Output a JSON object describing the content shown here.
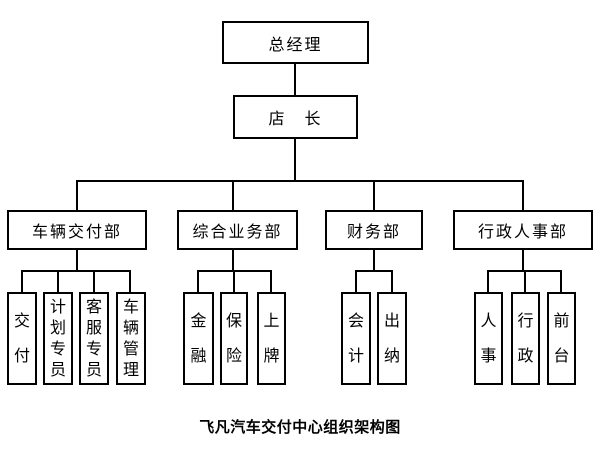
{
  "colors": {
    "background": "#ffffff",
    "line": "#000000",
    "text": "#000000"
  },
  "chart": {
    "title": "飞凡汽车交付中心组织架构图",
    "root": {
      "label": "总经理"
    },
    "manager": {
      "label": "店　长"
    },
    "departments": [
      {
        "label": "车辆交付部",
        "children": [
          {
            "label": "交付"
          },
          {
            "label": "计划专员"
          },
          {
            "label": "客服专员"
          },
          {
            "label": "车辆管理"
          }
        ]
      },
      {
        "label": "综合业务部",
        "children": [
          {
            "label": "金融"
          },
          {
            "label": "保险"
          },
          {
            "label": "上牌"
          }
        ]
      },
      {
        "label": "财务部",
        "children": [
          {
            "label": "会计"
          },
          {
            "label": "出纳"
          }
        ]
      },
      {
        "label": "行政人事部",
        "children": [
          {
            "label": "人事"
          },
          {
            "label": "行政"
          },
          {
            "label": "前台"
          }
        ]
      }
    ]
  }
}
